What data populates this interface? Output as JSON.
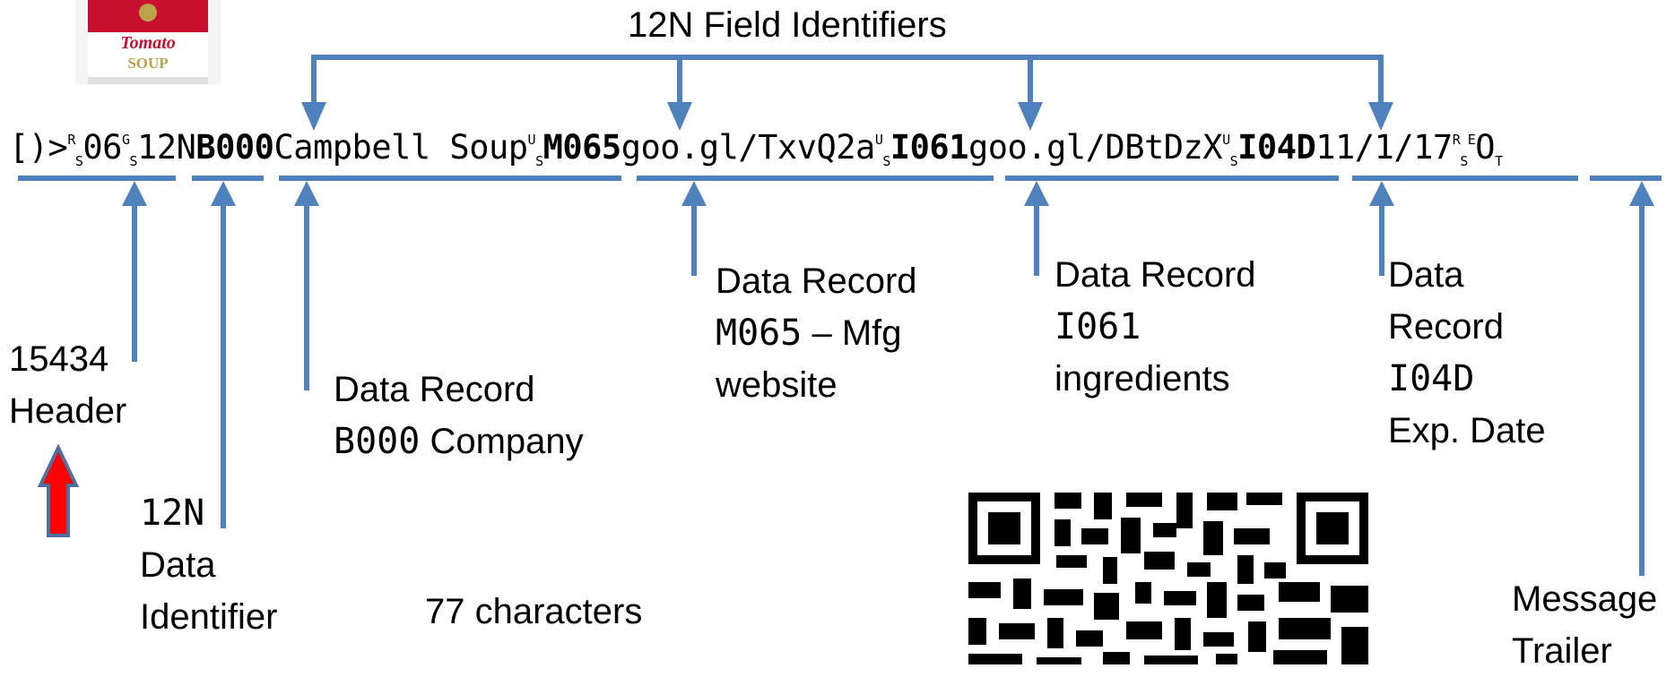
{
  "title": "12N Field Identifiers",
  "encoded_string": {
    "header_open": "[)>",
    "rs_sym": "R",
    "rs_sub": "S",
    "version": "06",
    "gs_sym": "G",
    "gs_sub": "S",
    "data_identifier": "12N",
    "record1_id": "B000",
    "record1_value": "Campbell Soup",
    "us_sym": "U",
    "us_sub": "S",
    "record2_id": "M065",
    "record2_value": "goo.gl/TxvQ2a",
    "record3_id": "I061",
    "record3_value": "goo.gl/DBtDzX",
    "record4_id": "I04D",
    "record4_value": "11/1/17",
    "eot_sym": "E",
    "eot_o": "O",
    "eot_sub": "T"
  },
  "labels": {
    "header": {
      "line1": "15434",
      "line2": "Header"
    },
    "data_identifier": {
      "code": "12N",
      "line2": "Data",
      "line3": "Identifier"
    },
    "record_b000": {
      "line1": "Data Record",
      "code": "B000",
      "desc": "Company"
    },
    "record_m065": {
      "line1": "Data Record",
      "code": "M065",
      "desc": "– Mfg",
      "line3": "website"
    },
    "record_i061": {
      "line1": "Data Record",
      "code": "I061",
      "line3": "ingredients"
    },
    "record_i04d": {
      "line1": "Data",
      "line2": "Record",
      "code": "I04D",
      "line4": "Exp. Date"
    },
    "trailer": {
      "line1": "Message",
      "line2": "Trailer"
    }
  },
  "character_count": "77 characters",
  "can_image": {
    "line1": "Tomato",
    "line2": "SOUP"
  },
  "colors": {
    "arrow": "#4f81bd",
    "header_arrow_fill": "#ff0000",
    "header_arrow_stroke": "#4f6fa0"
  },
  "icons": [
    "soup-can-image",
    "qr-code-image"
  ]
}
